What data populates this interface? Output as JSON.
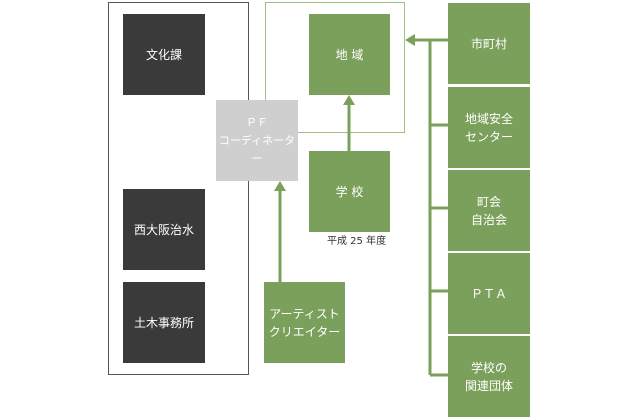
{
  "left_group": {
    "items": [
      {
        "label": "文化課"
      },
      {
        "label": "西大阪治水"
      },
      {
        "label": "土木事務所"
      }
    ]
  },
  "coordinator": {
    "label": "ＰＦ\nコーディネーター"
  },
  "artist": {
    "label": "アーティスト\nクリエイター"
  },
  "region": {
    "label": "地 域"
  },
  "school": {
    "label": "学 校"
  },
  "year_note": {
    "label": "平成 25 年度"
  },
  "right_column": {
    "items": [
      {
        "label": "市町村"
      },
      {
        "label": "地域安全\nセンター"
      },
      {
        "label": "町会\n自治会"
      },
      {
        "label": "ＰＴＡ"
      },
      {
        "label": "学校の\n関連団体"
      }
    ]
  },
  "colors": {
    "green": "#7ba05b",
    "dark": "#3a3a3a",
    "gray": "#cfcfcf"
  }
}
